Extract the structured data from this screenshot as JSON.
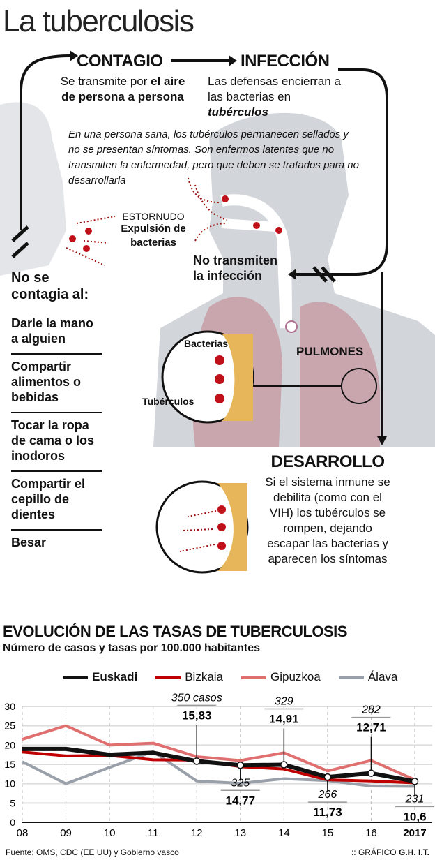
{
  "title": "La tuberculosis",
  "contagio": {
    "heading": "CONTAGIO",
    "text_normal": "Se transmite por ",
    "text_bold": "el aire de persona a persona"
  },
  "infeccion": {
    "heading": "INFECCIÓN",
    "text_normal": "Las defensas encierran a las bacterias en ",
    "text_bold_italic": "tubérculos"
  },
  "latent_note": "En una persona sana, los tubérculos permanecen sellados y no se presentan síntomas. Son enfermos latentes que no transmiten la enfermedad, pero que deben se tratados para no desarrollarla",
  "sneeze": {
    "label": "ESTORNUDO",
    "detail": "Expulsión de bacterias"
  },
  "no_transmit": "No transmiten la infección",
  "no_contagia": {
    "heading": "No se contagia al:",
    "items": [
      "Darle la mano a alguien",
      "Compartir alimentos o bebidas",
      "Tocar la ropa de cama o los inodoros",
      "Compartir el cepillo de dientes",
      "Besar"
    ]
  },
  "lungs": {
    "label": "PULMONES",
    "bacterias": "Bacterias",
    "tuberculos": "Tubérculos"
  },
  "desarrollo": {
    "heading": "DESARROLLO",
    "text": "Si el sistema inmune se debilita (como con el VIH) los tubérculos se rompen, dejando escapar las bacterias y aparecen los síntomas"
  },
  "colors": {
    "euskadi": "#111111",
    "bizkaia": "#c00000",
    "gipuzkoa": "#e07070",
    "alava": "#9aa0aa",
    "bacteria": "#c0101a",
    "tubercle": "#e8b65a"
  },
  "chart_data": {
    "type": "line",
    "title": "EVOLUCIÓN DE LAS TASAS DE TUBERCULOSIS",
    "subtitle": "Número de casos y tasas por 100.000 habitantes",
    "categories": [
      "08",
      "09",
      "10",
      "11",
      "12",
      "13",
      "14",
      "15",
      "16",
      "2017"
    ],
    "ylim": [
      0,
      30
    ],
    "yticks": [
      "0",
      "5",
      "10",
      "15",
      "20",
      "25",
      "30"
    ],
    "legend_position": "top",
    "series": [
      {
        "name": "Euskadi",
        "key": "euskadi",
        "values": [
          19,
          19,
          17.5,
          18,
          15.83,
          14.77,
          14.91,
          11.73,
          12.71,
          10.6
        ]
      },
      {
        "name": "Bizkaia",
        "key": "bizkaia",
        "values": [
          18.2,
          17.2,
          17.3,
          16.2,
          16.1,
          14.4,
          13.8,
          11,
          10.7,
          10.2
        ]
      },
      {
        "name": "Gipuzkoa",
        "key": "gipuzkoa",
        "values": [
          21.5,
          25,
          20,
          20.5,
          17,
          16,
          18,
          13.3,
          16,
          11
        ]
      },
      {
        "name": "Álava",
        "key": "alava",
        "values": [
          15.7,
          10,
          14.2,
          18.3,
          10.7,
          10.1,
          11.3,
          10.8,
          9.4,
          9.3
        ]
      }
    ],
    "annotations": [
      {
        "index": 4,
        "cases": "350 casos",
        "rate": "15,83",
        "position": "above"
      },
      {
        "index": 5,
        "cases": "325",
        "rate": "14,77",
        "position": "below"
      },
      {
        "index": 6,
        "cases": "329",
        "rate": "14,91",
        "position": "above"
      },
      {
        "index": 7,
        "cases": "266",
        "rate": "11,73",
        "position": "below"
      },
      {
        "index": 8,
        "cases": "282",
        "rate": "12,71",
        "position": "above"
      },
      {
        "index": 9,
        "cases": "231",
        "rate": "10,6",
        "position": "below"
      }
    ]
  },
  "footer": {
    "source": "Fuente: OMS, CDC (EE UU) y Gobierno vasco",
    "credit_prefix": ":: GRÁFICO ",
    "credit": "G.H. I.T."
  }
}
